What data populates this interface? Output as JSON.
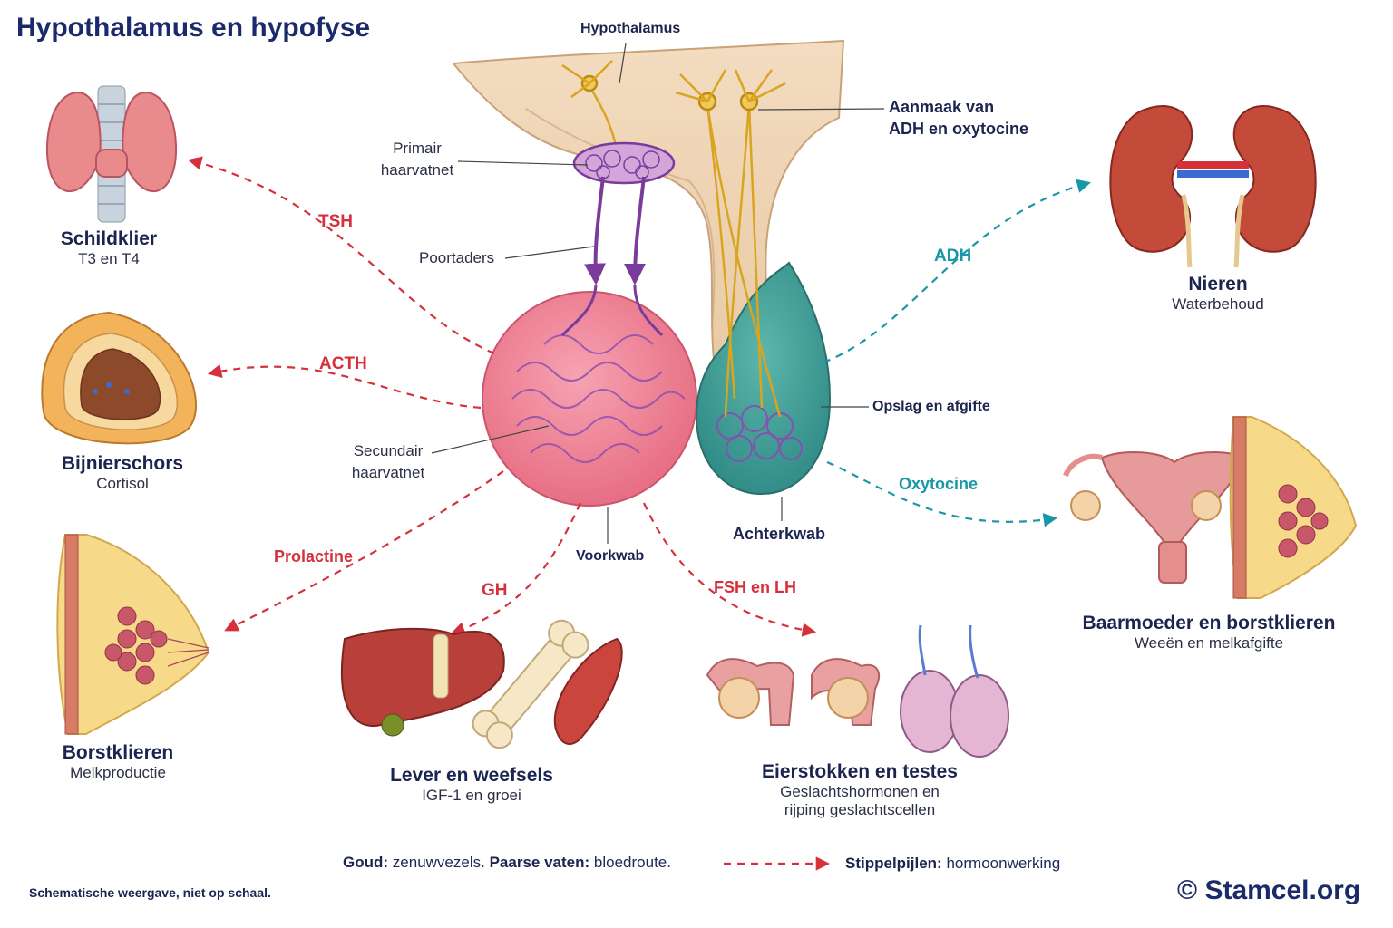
{
  "title": "Hypothalamus en hypofyse",
  "colors": {
    "hormone_arrow": "#d6303c",
    "posterior_arrow": "#1897a8",
    "nerve_fibers": "#d9a520",
    "blood_vessels": "#7a3c9c",
    "anterior_lobe": "#ef7f92",
    "posterior_lobe": "#3f9e96",
    "title": "#1b2a6b"
  },
  "labels": {
    "hypothalamus": "Hypothalamus",
    "primary_plexus_1": "Primair",
    "primary_plexus_2": "haarvatnet",
    "portal_veins": "Poortaders",
    "secondary_plexus_1": "Secundair",
    "secondary_plexus_2": "haarvatnet",
    "anterior_lobe": "Voorkwab",
    "posterior_lobe": "Achterkwab",
    "production_1": "Aanmaak van",
    "production_2": "ADH en oxytocine",
    "storage": "Opslag en afgifte"
  },
  "hormones": {
    "tsh": "TSH",
    "acth": "ACTH",
    "prolactin": "Prolactine",
    "gh": "GH",
    "fsh_lh": "FSH en LH",
    "adh": "ADH",
    "oxytocin": "Oxytocine"
  },
  "targets": {
    "thyroid": {
      "name": "Schildklier",
      "effect": "T3 en T4",
      "icon": "thyroid-icon"
    },
    "adrenal": {
      "name": "Bijnierschors",
      "effect": "Cortisol",
      "icon": "adrenal-cortex-icon"
    },
    "breast": {
      "name": "Borstklieren",
      "effect": "Melkproductie",
      "icon": "breast-gland-icon"
    },
    "liver": {
      "name": "Lever en weefsels",
      "effect": "IGF-1 en groei",
      "icon": "liver-bone-muscle-icon"
    },
    "gonads": {
      "name": "Eierstokken en testes",
      "effect_1": "Geslachtshormonen en",
      "effect_2": "rijping geslachtscellen",
      "icon": "ovaries-testes-icon"
    },
    "kidneys": {
      "name": "Nieren",
      "effect": "Waterbehoud",
      "icon": "kidneys-icon"
    },
    "uterus": {
      "name": "Baarmoeder en borstklieren",
      "effect": "Weeën en melkafgifte",
      "icon": "uterus-breast-icon"
    }
  },
  "legend": {
    "gold_label": "Goud:",
    "gold_text": "zenuwvezels.",
    "purple_label": "Paarse",
    "vessels_label": "vaten:",
    "purple_text": "bloedroute.",
    "dashed_label": "Stippelpijlen:",
    "dashed_text": "hormoonwerking"
  },
  "footnote": "Schematische weergave, niet op schaal.",
  "copyright": "© Stamcel.org"
}
